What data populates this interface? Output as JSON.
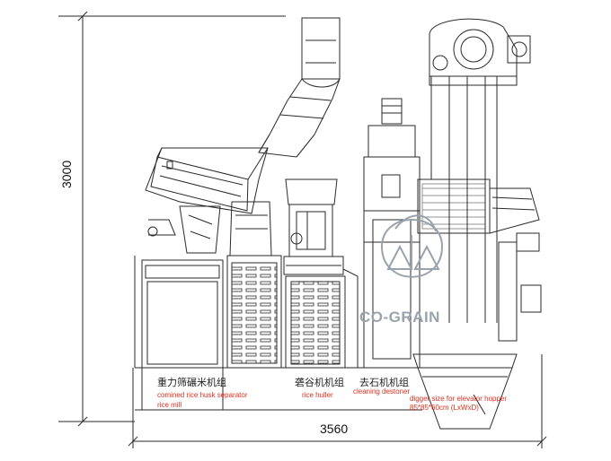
{
  "dimensions": {
    "height_label": "3000",
    "width_label": "3560"
  },
  "logo": {
    "text": "CO-GRAIN"
  },
  "sections": [
    {
      "cn": "重力筛碾米机组",
      "en_lines": [
        "comined rice husk separator",
        "rice mill"
      ]
    },
    {
      "cn": "砻谷机机组",
      "en_lines": [
        "rice huller"
      ]
    },
    {
      "cn": "去石机机组",
      "en_lines": [
        "cleaning destoner"
      ]
    }
  ],
  "note": {
    "lines": [
      "digger size for elevator hopper",
      "85*85*60cm (LxWxD)"
    ]
  },
  "colors": {
    "line": "#2a2a2a",
    "accent": "#e0301e",
    "logo": "#9aa3ad"
  }
}
